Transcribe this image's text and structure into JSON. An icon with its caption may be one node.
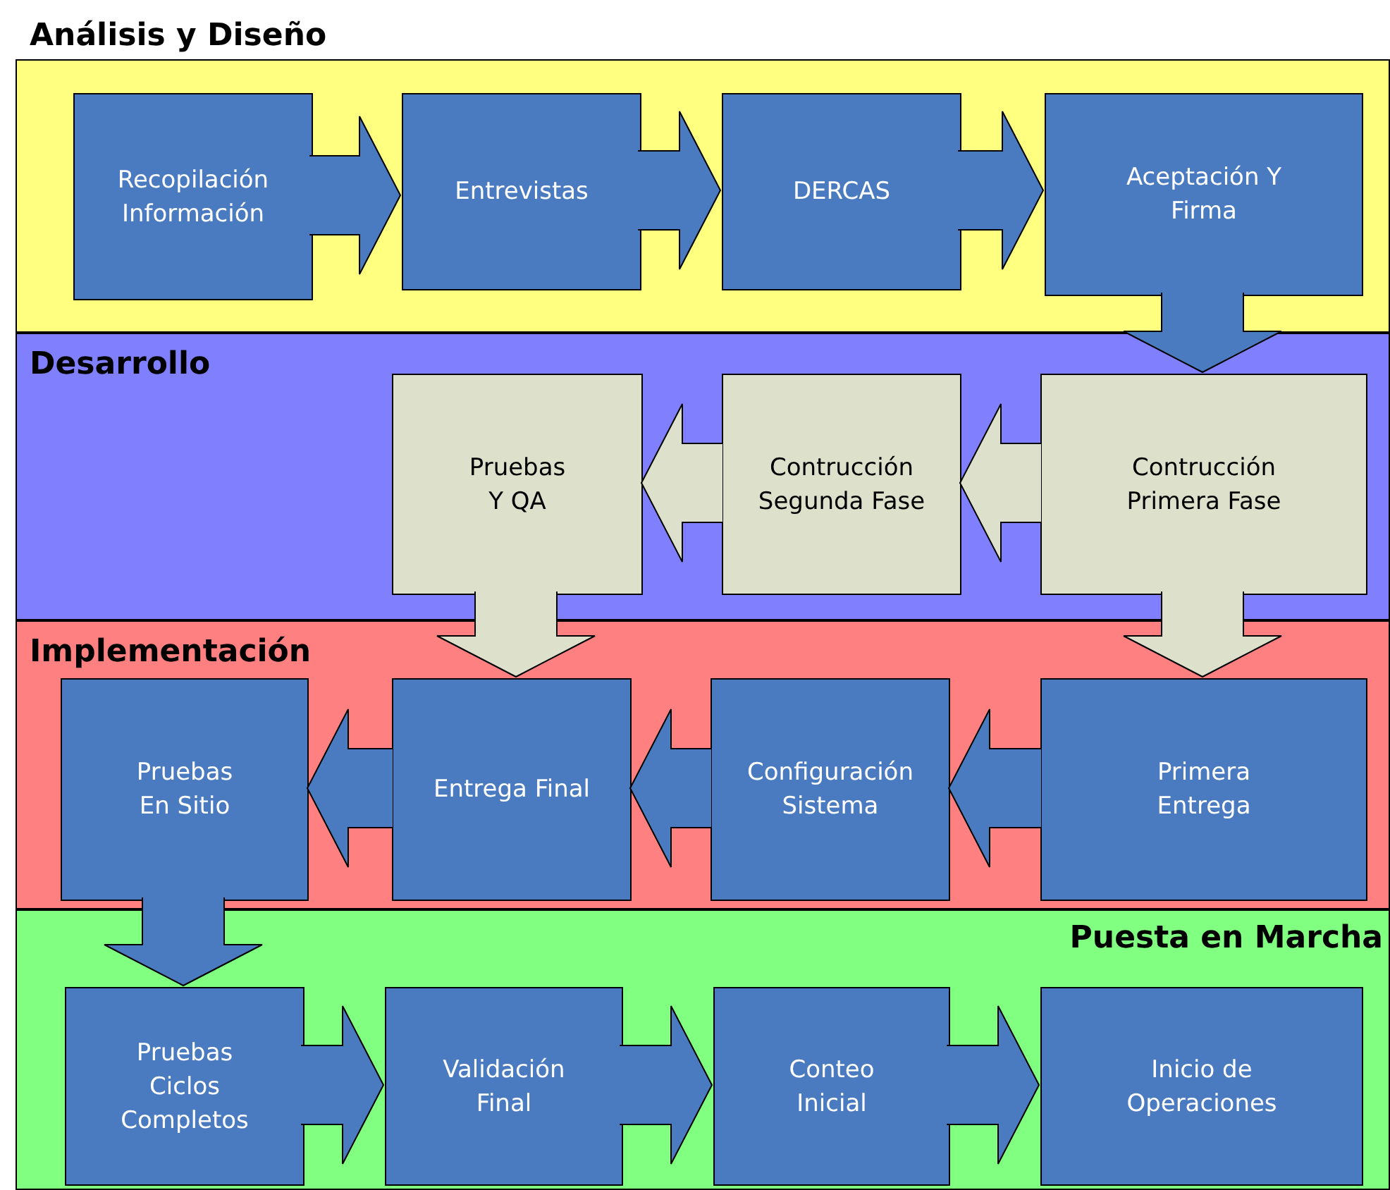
{
  "diagram": {
    "nodes": [
      {
        "text": [
          "Análisis y Diseño"
        ]
      },
      {
        "text": [
          "Recopilación Información"
        ],
        "in": 0
      },
      {
        "text": [
          "Entrevistas"
        ],
        "in": 0
      },
      {
        "text": [
          "DERCAS"
        ],
        "in": 0
      },
      {
        "text": [
          "Aceptación Y Firma"
        ],
        "in": 0
      },
      {
        "text": [
          "Desarrollo"
        ]
      },
      {
        "text": [
          "Contrucción Primera Fase"
        ],
        "in": 5
      },
      {
        "text": [
          "Contrucción Segunda Fase"
        ],
        "in": 5
      },
      {
        "text": [
          "Pruebas Y QA"
        ],
        "in": 5
      },
      {
        "text": [
          "Implementación"
        ]
      },
      {
        "text": [
          "Primera Entrega"
        ],
        "in": 9
      },
      {
        "text": [
          "Configuración Sistema"
        ],
        "in": 9
      },
      {
        "text": [
          "Entrega Final"
        ],
        "in": 9
      },
      {
        "text": [
          "Pruebas En Sitio"
        ],
        "in": 9
      },
      {
        "text": [
          "Puesta en Marcha"
        ]
      },
      {
        "text": [
          "Pruebas Ciclos Completos"
        ],
        "in": 14
      },
      {
        "text": [
          "Validación Final"
        ],
        "in": 14
      },
      {
        "text": [
          "Conteo Inicial"
        ],
        "in": 14
      },
      {
        "text": [
          "Inicio de Operaciones"
        ],
        "in": 14
      }
    ],
    "edges": [
      {
        "from": 1,
        "to": 2,
        "arrow": "to"
      },
      {
        "from": 2,
        "to": 3,
        "arrow": "to"
      },
      {
        "from": 3,
        "to": 4,
        "arrow": "to"
      },
      {
        "from": 4,
        "to": 6,
        "arrow": "to"
      },
      {
        "from": 6,
        "to": 7,
        "arrow": "to",
        "color": "#dde0ca"
      },
      {
        "from": 7,
        "to": 8,
        "arrow": "to",
        "color": "#dde0ca"
      },
      {
        "from": 8,
        "to": 12,
        "arrow": "to",
        "color": "#dde0ca"
      },
      {
        "from": 6,
        "to": 10,
        "arrow": "to",
        "color": "#dde0ca"
      },
      {
        "from": 10,
        "to": 11,
        "arrow": "to"
      },
      {
        "from": 11,
        "to": 12,
        "arrow": "to"
      },
      {
        "from": 12,
        "to": 13,
        "arrow": "to"
      },
      {
        "from": 13,
        "to": 15,
        "arrow": "to"
      },
      {
        "from": 15,
        "to": 16,
        "arrow": "to"
      },
      {
        "from": 16,
        "to": 17,
        "arrow": "to"
      },
      {
        "from": 17,
        "to": 18,
        "arrow": "to"
      }
    ]
  }
}
